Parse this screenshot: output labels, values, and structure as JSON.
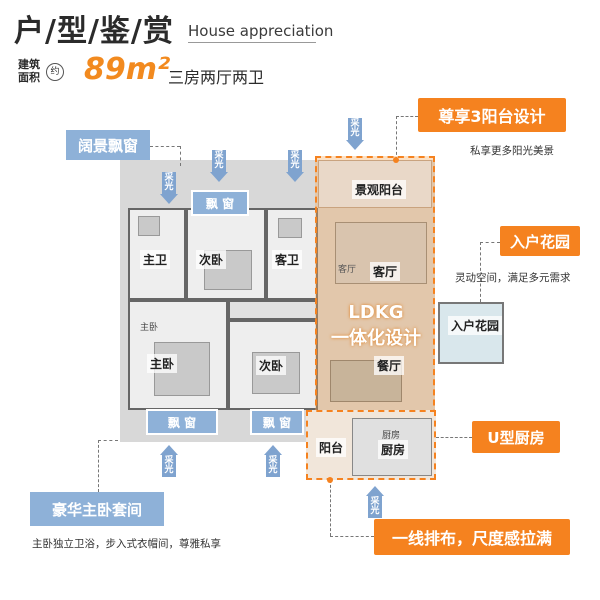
{
  "header": {
    "title": "户/型/鉴/赏",
    "subtitle": "House appreciation",
    "area_label_line1": "建筑",
    "area_label_line2": "面积",
    "area_circle": "约",
    "area_value": "89m²",
    "layout_type": "三房两厅两卫"
  },
  "callouts": {
    "balcony_title": "尊享3阳台设计",
    "balcony_note": "私享更多阳光美景",
    "bay_window_title": "阔景飘窗",
    "garden_title": "入户花园",
    "garden_note": "灵动空间，满足多元需求",
    "kitchen_title": "U型厨房",
    "master_title": "豪华主卧套间",
    "master_note": "主卧独立卫浴，步入式衣帽间，尊雅私享",
    "linear_title": "一线排布，尺度感拉满"
  },
  "rooms": {
    "master_bath": "主卫",
    "second_bed_top": "次卧",
    "guest_bath": "客卫",
    "master_bed": "主卧",
    "second_bed_bottom": "次卧",
    "view_balcony": "景观阳台",
    "living": "客厅",
    "living_small": "客厅",
    "dining": "餐厅",
    "balcony": "阳台",
    "kitchen": "厨房",
    "kitchen_small": "厨房",
    "entry_garden": "入户花园",
    "master_small": "主卧"
  },
  "windows": {
    "top": "飘 窗",
    "bottom_left": "飘 窗",
    "bottom_right": "飘 窗"
  },
  "ldkg": {
    "line1": "LDKG",
    "line2": "一体化设计"
  },
  "sun_label": "采光",
  "colors": {
    "accent_orange": "#f5821f",
    "accent_blue": "#8eb1d8"
  }
}
